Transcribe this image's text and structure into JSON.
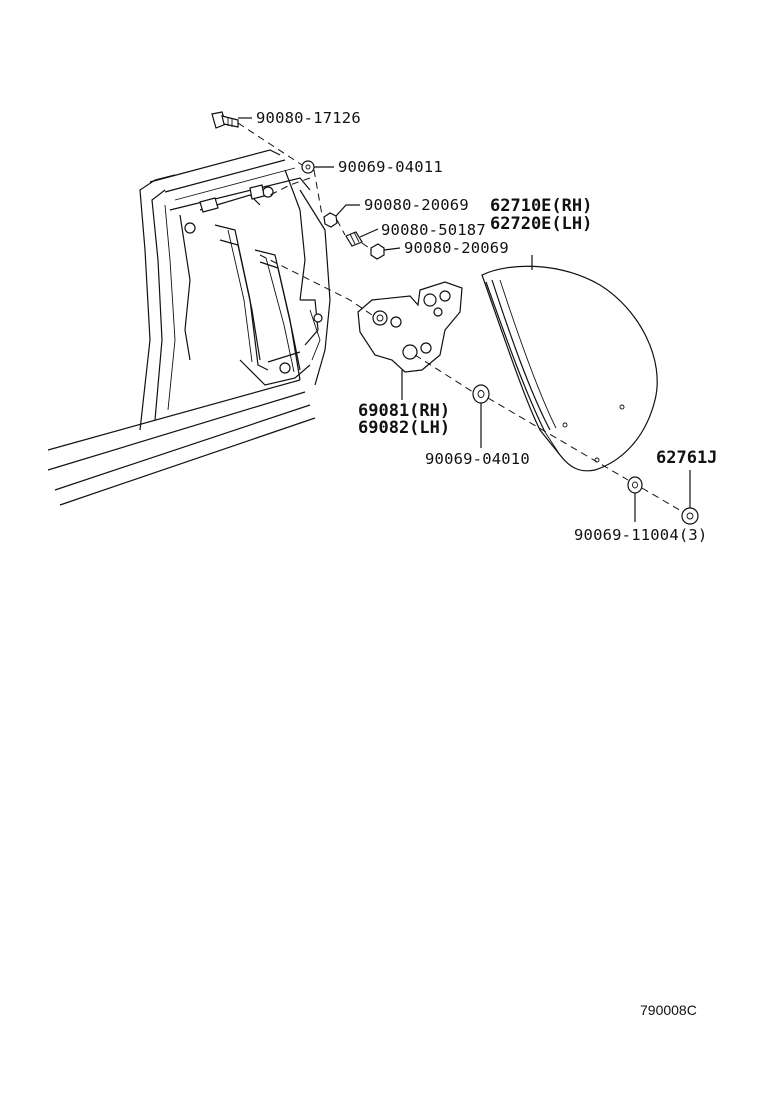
{
  "parts": {
    "bolt_top": "90080-17126",
    "washer_top": "90069-04011",
    "nut_a": "90080-20069",
    "stud": "90080-50187",
    "nut_b": "90080-20069",
    "glass_rh": "62710E(RH)",
    "glass_lh": "62720E(LH)",
    "bracket_rh": "69081(RH)",
    "bracket_lh": "69082(LH)",
    "grommet_mid": "90069-04010",
    "spacer": "62761J",
    "grommet_low": "90069-11004(3)"
  },
  "diagram_code": "790008C"
}
